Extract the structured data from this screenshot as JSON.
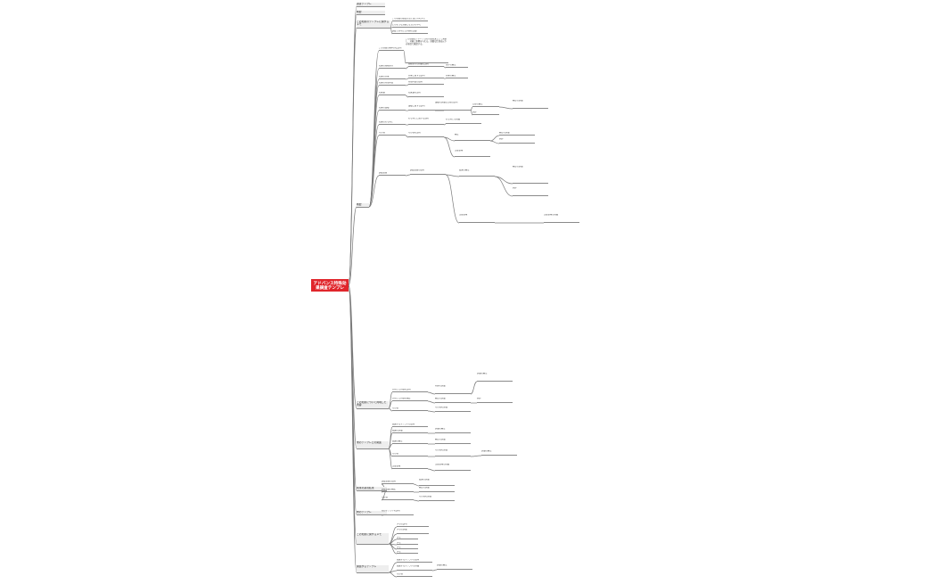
{
  "title": "アドバンス特殊効果調査テンプレ",
  "nodes": [
    {
      "id": "n1",
      "label": "調査テンプレ",
      "lvl": 1,
      "parent": "root"
    },
    {
      "id": "n2",
      "label": "概要",
      "lvl": 1,
      "parent": "root"
    },
    {
      "id": "n3",
      "label": "この効果のテンプレに関するメモ",
      "lvl": 1,
      "parent": "root"
    },
    {
      "id": "n3a",
      "label": "この効果の調査方法と使い方のメモ",
      "parent": "n3"
    },
    {
      "id": "n3b",
      "label": "どのような効果になるかのメモ",
      "parent": "n3"
    },
    {
      "id": "n3c",
      "label": "調査で判明した内容の記録",
      "parent": "n3"
    },
    {
      "id": "n4",
      "label": "概要",
      "lvl": 1,
      "parent": "root"
    },
    {
      "id": "n4a",
      "label": "この効果の基本的な説明",
      "parent": "n4"
    },
    {
      "id": "n4a1",
      "label": "この効果はアドバンスの特殊効果として発動し、対象に影響を与える。詳細な仕様は以下の項目で確認する。",
      "parent": "n4a"
    },
    {
      "id": "n4b",
      "label": "効果の発動条件",
      "parent": "n4"
    },
    {
      "id": "n4b1",
      "label": "発動条件の詳細な説明",
      "parent": "n4b"
    },
    {
      "id": "n4b2",
      "label": "条件の補足",
      "parent": "n4b1"
    },
    {
      "id": "n4c",
      "label": "効果の対象",
      "parent": "n4"
    },
    {
      "id": "n4c1",
      "label": "対象に関する説明",
      "parent": "n4c"
    },
    {
      "id": "n4c2",
      "label": "対象の補足",
      "parent": "n4c1"
    },
    {
      "id": "n4d",
      "label": "効果の持続時間",
      "parent": "n4"
    },
    {
      "id": "n4d1",
      "label": "持続時間の説明",
      "parent": "n4d"
    },
    {
      "id": "n4e",
      "label": "効果量",
      "parent": "n4"
    },
    {
      "id": "n4e1",
      "label": "効果量の説明",
      "parent": "n4e"
    },
    {
      "id": "n4f",
      "label": "効果の重複",
      "parent": "n4"
    },
    {
      "id": "n4f1",
      "label": "重複に関する説明",
      "parent": "n4f"
    },
    {
      "id": "n4f2",
      "label": "重複の詳細な仕様の説明",
      "parent": "n4f1"
    },
    {
      "id": "n4f3",
      "label": "仕様の補足",
      "parent": "n4f2"
    },
    {
      "id": "n4f4",
      "label": "補足の詳細",
      "parent": "n4f3"
    },
    {
      "id": "n4f5",
      "label": "例外",
      "parent": "n4f2"
    },
    {
      "id": "n4g",
      "label": "効果の打ち消し",
      "parent": "n4"
    },
    {
      "id": "n4g1",
      "label": "打ち消しに関する説明",
      "parent": "n4g"
    },
    {
      "id": "n4g2",
      "label": "打ち消しの詳細",
      "parent": "n4g1"
    },
    {
      "id": "n4h",
      "label": "その他",
      "parent": "n4"
    },
    {
      "id": "n4h1",
      "label": "その他の説明",
      "parent": "n4h"
    },
    {
      "id": "n4h2",
      "label": "補足",
      "parent": "n4h1"
    },
    {
      "id": "n4h3",
      "label": "補足の詳細",
      "parent": "n4h2"
    },
    {
      "id": "n4h4",
      "label": "例外",
      "parent": "n4h2"
    },
    {
      "id": "n4h5",
      "label": "注意事項",
      "parent": "n4h1"
    },
    {
      "id": "n4i",
      "label": "調査結果",
      "parent": "n4"
    },
    {
      "id": "n4i1",
      "label": "調査結果の説明",
      "parent": "n4i"
    },
    {
      "id": "n4i2",
      "label": "結果の補足",
      "parent": "n4i1"
    },
    {
      "id": "n4i3",
      "label": "補足の詳細",
      "parent": "n4i2"
    },
    {
      "id": "n4i4",
      "label": "例外",
      "parent": "n4i2"
    },
    {
      "id": "n4i5",
      "label": "注意事項",
      "parent": "n4i1"
    },
    {
      "id": "n4i6",
      "label": "注意事項の詳細",
      "parent": "n4i5"
    },
    {
      "id": "n5",
      "label": "この効果について判明した内容",
      "lvl": 1,
      "parent": "root"
    },
    {
      "id": "n5a",
      "label": "判明した内容の説明",
      "parent": "n5"
    },
    {
      "id": "n5a1",
      "label": "内容の詳細",
      "parent": "n5a"
    },
    {
      "id": "n5a2",
      "label": "詳細の補足",
      "parent": "n5a1"
    },
    {
      "id": "n5b",
      "label": "判明した内容の補足",
      "parent": "n5"
    },
    {
      "id": "n5b1",
      "label": "補足の詳細",
      "parent": "n5b"
    },
    {
      "id": "n5b2",
      "label": "例外",
      "parent": "n5b1"
    },
    {
      "id": "n5c",
      "label": "その他",
      "parent": "n5"
    },
    {
      "id": "n5c1",
      "label": "その他の詳細",
      "parent": "n5c"
    },
    {
      "id": "n6",
      "label": "他のテンプレとの関連",
      "lvl": 1,
      "parent": "root"
    },
    {
      "id": "n6a",
      "label": "関連するテンプレの説明",
      "parent": "n6"
    },
    {
      "id": "n6b",
      "label": "関連の詳細",
      "parent": "n6"
    },
    {
      "id": "n6b1",
      "label": "詳細の補足",
      "parent": "n6b"
    },
    {
      "id": "n6c",
      "label": "関連の補足",
      "parent": "n6"
    },
    {
      "id": "n6c1",
      "label": "補足の詳細",
      "parent": "n6c"
    },
    {
      "id": "n6d",
      "label": "その他",
      "parent": "n6"
    },
    {
      "id": "n6d1",
      "label": "その他の詳細",
      "parent": "n6d"
    },
    {
      "id": "n6d2",
      "label": "詳細の補足",
      "parent": "n6d1"
    },
    {
      "id": "n6e",
      "label": "注意事項",
      "parent": "n6"
    },
    {
      "id": "n6e1",
      "label": "注意事項の詳細",
      "parent": "n6e"
    },
    {
      "id": "n7",
      "label": "効果の調査結果",
      "lvl": 1,
      "parent": "root"
    },
    {
      "id": "n7a",
      "label": "調査結果の説明",
      "parent": "n7"
    },
    {
      "id": "n7a1",
      "label": "結果の詳細",
      "parent": "n7a"
    },
    {
      "id": "n7b",
      "label": "調査結果の補足",
      "parent": "n7"
    },
    {
      "id": "n7b1",
      "label": "補足の詳細",
      "parent": "n7b"
    },
    {
      "id": "n7c",
      "label": "その他",
      "parent": "n7"
    },
    {
      "id": "n7c1",
      "label": "その他の詳細",
      "parent": "n7c"
    },
    {
      "id": "n8",
      "label": "他のテンプレ",
      "lvl": 1,
      "parent": "root"
    },
    {
      "id": "n8a",
      "label": "他のテンプレの説明",
      "parent": "n8"
    },
    {
      "id": "n9",
      "label": "この効果に関するメモ",
      "lvl": 1,
      "parent": "root"
    },
    {
      "id": "n9a",
      "label": "メモの説明",
      "parent": "n9"
    },
    {
      "id": "n9b",
      "label": "メモの詳細",
      "parent": "n9"
    },
    {
      "id": "n9c",
      "label": "メモ",
      "parent": "n9"
    },
    {
      "id": "n9d",
      "label": "メモ",
      "parent": "n9"
    },
    {
      "id": "n9e",
      "label": "メモ",
      "parent": "n9"
    },
    {
      "id": "n9f",
      "label": "メモ",
      "parent": "n9"
    },
    {
      "id": "n10",
      "label": "関連するテンプレ",
      "lvl": 1,
      "parent": "root"
    },
    {
      "id": "n10a",
      "label": "関連するテンプレの説明",
      "parent": "n10"
    },
    {
      "id": "n10b",
      "label": "関連するテンプレの詳細",
      "parent": "n10"
    },
    {
      "id": "n10b1",
      "label": "詳細の補足",
      "parent": "n10b"
    },
    {
      "id": "n10c",
      "label": "その他",
      "parent": "n10"
    }
  ]
}
